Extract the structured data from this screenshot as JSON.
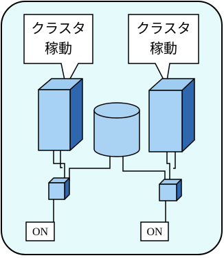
{
  "diagram": {
    "colors": {
      "panel_fill": "#e4fafb",
      "server_front": "#a8d2f5",
      "server_top": "#9fcdf2",
      "server_side": "#2f67ae",
      "db_fill": "#aad2f3",
      "line": "#000000"
    },
    "nodes": {
      "left_callout": {
        "line1": "クラスタ",
        "line2": "稼動"
      },
      "right_callout": {
        "line1": "クラスタ",
        "line2": "稼動"
      },
      "left_switch_label": "ON",
      "right_switch_label": "ON"
    }
  }
}
